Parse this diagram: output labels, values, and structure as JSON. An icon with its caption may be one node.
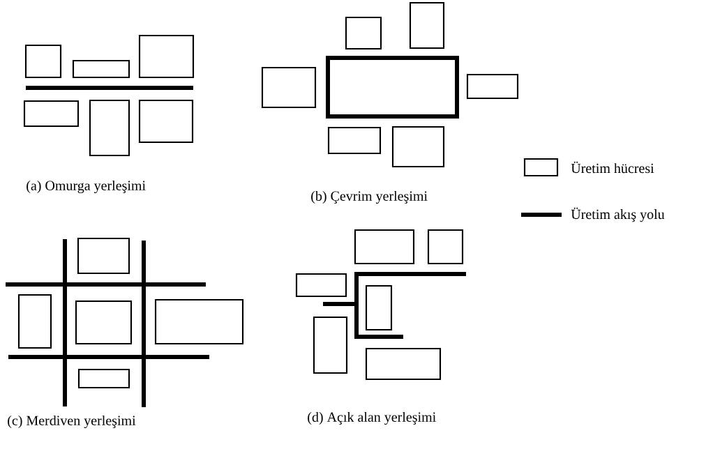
{
  "diagram": {
    "labels": [
      "(a) Omurga yerleşimi",
      "(b) Çevrim yerleşimi",
      "(c) Merdiven yerleşimi",
      "(d) Açık alan yerleşimi"
    ],
    "legend": [
      {
        "text": "Üretim hücresi"
      },
      {
        "text": "Üretim akış yolu"
      }
    ]
  }
}
